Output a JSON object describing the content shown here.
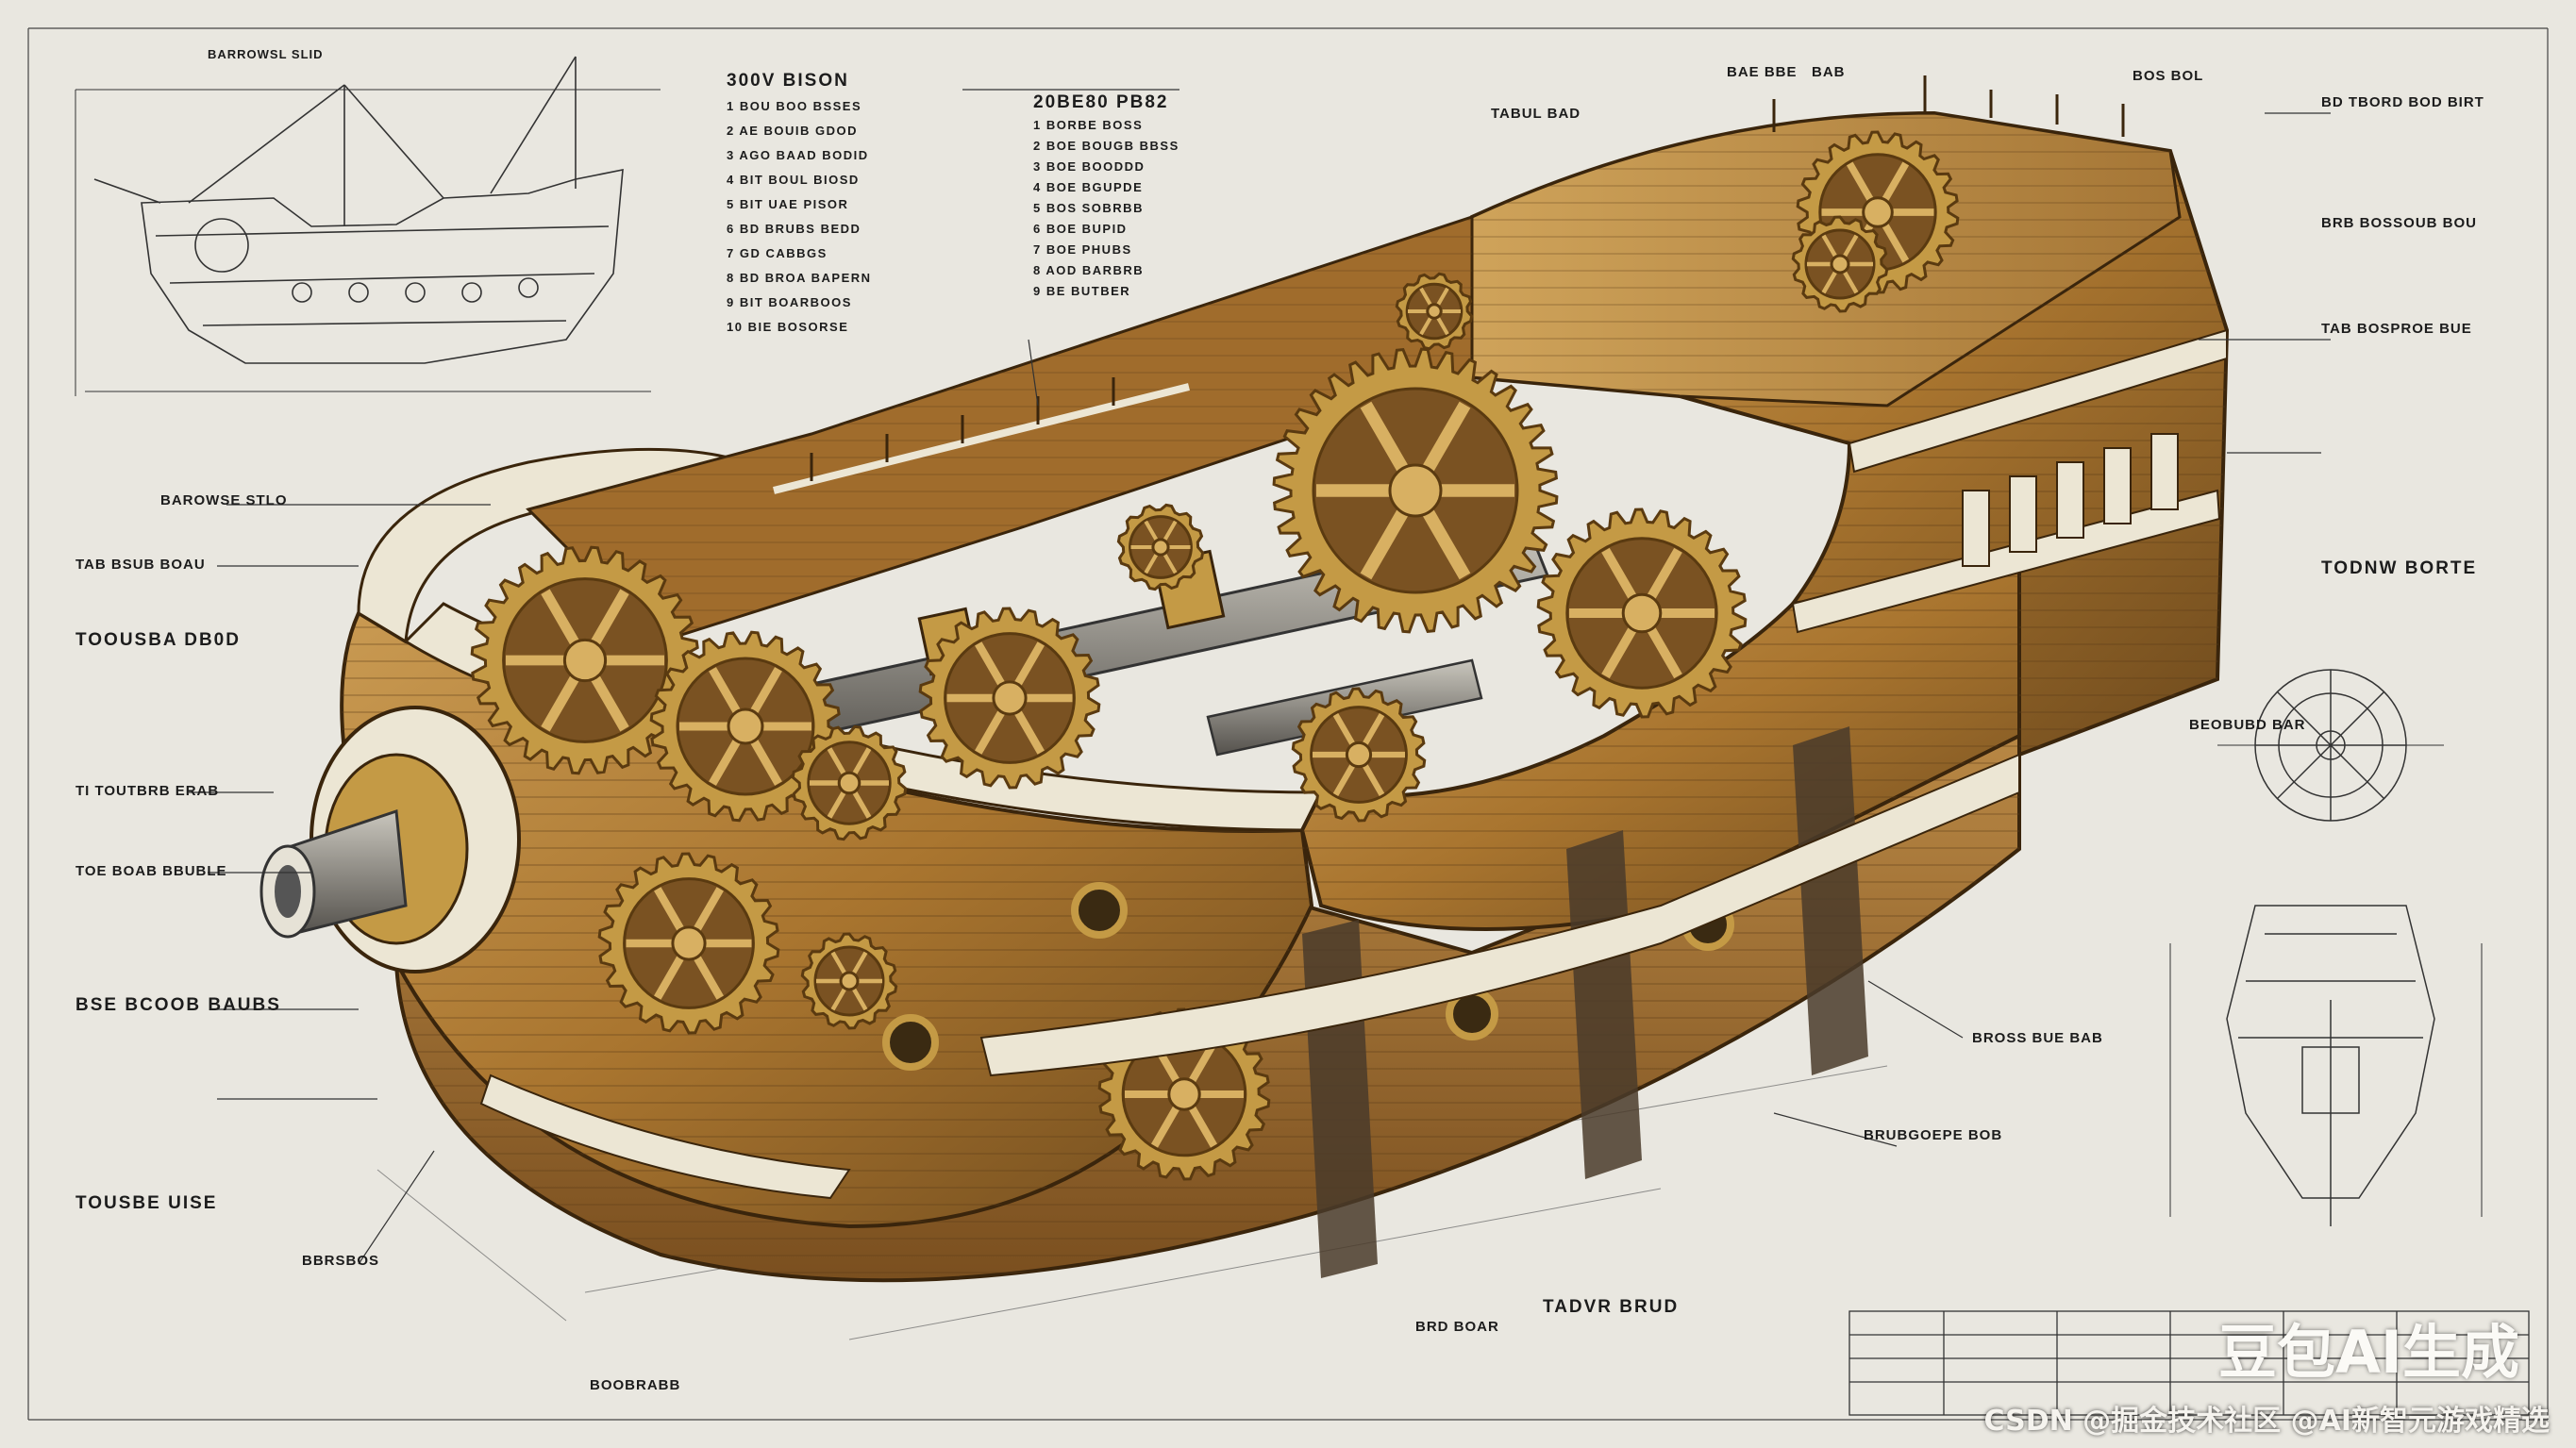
{
  "title_blocks": {
    "top_left_header": "BARROWSL SLID",
    "spec_header": "300V BISON",
    "spec_list": [
      "1  BOU BOO BSSES",
      "2  AE BOUIB GDOD",
      "3  AGO BAAD BODID",
      "4  BIT BOUL BIOSD",
      "5  BIT UAE PISOR",
      "6  BD BRUBS BEDD",
      "7  GD CABBGS",
      "8  BD BROA BAPERN",
      "9  BIT BOARBOOS",
      "10 BIE BOSORSE"
    ],
    "mid_header": "20BE80 PB82",
    "mid_list": [
      "1  BORBE BOSS",
      "2  BOE BOUGB BBSS",
      "3  BOE BOODDD",
      "4  BOE BGUPDE",
      "5  BOS SOBRBB",
      "6  BOE BUPID",
      "7  BOE PHUBS",
      "8  AOD BARBRB",
      "9  BE BUTBER"
    ]
  },
  "callouts_left": [
    "BAROWSE STLO",
    "TAB BSUB BOAU",
    "TOOUSBA DB0D",
    "TI TOUTBRB ERAB",
    "TOE BOAB BBUBLE",
    "BSE BCOOB BAUBS",
    "TOUSBE UISE"
  ],
  "callouts_right": [
    "BD TBORD BOD BIRT",
    "BRB BOSSOUB BOU",
    "TAB BOSPROE BUE",
    "TODNW BORTE",
    "BEOBUBD BAR",
    "BROSS BUE BAB",
    "BRUBGOEPE BOB"
  ],
  "callouts_top": [
    "TABUL BAD",
    "BAE BBE",
    "BAB",
    "BOS BOL"
  ],
  "callouts_bottom": [
    "TADVR BRUD",
    "BOOBRABB",
    "BRD BOAR",
    "BBRSBOS"
  ],
  "watermark": {
    "brand": "豆包AI生成",
    "credit": "CSDN @掘金技术社区 @AI新智元游戏精选"
  },
  "colors": {
    "paper": "#e9e7e0",
    "wood_light": "#c89a4e",
    "wood_mid": "#a97534",
    "wood_dark": "#6e4318",
    "brass": "#c49a45",
    "trim": "#ece6d4",
    "ink": "#1c1c1c"
  }
}
